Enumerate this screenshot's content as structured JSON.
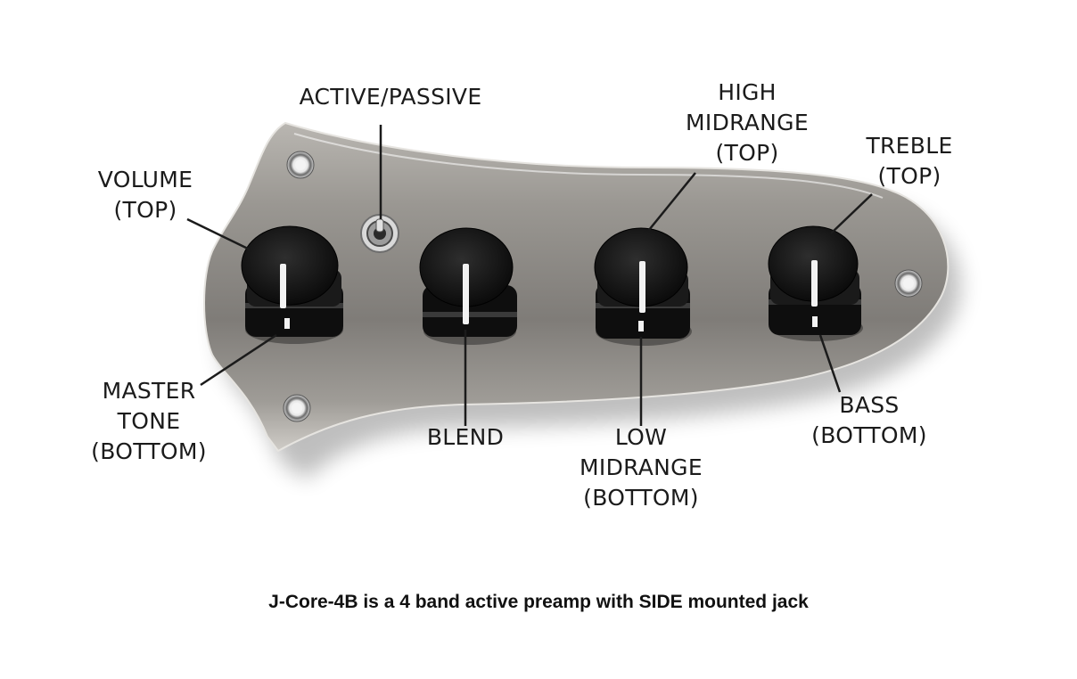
{
  "labels": {
    "active_passive": "ACTIVE/PASSIVE",
    "volume": [
      "VOLUME",
      "(TOP)"
    ],
    "high_midrange": [
      "HIGH",
      "MIDRANGE",
      "(TOP)"
    ],
    "treble": [
      "TREBLE",
      "(TOP)"
    ],
    "master_tone": [
      "MASTER",
      "TONE",
      "(BOTTOM)"
    ],
    "blend": "BLEND",
    "low_midrange": [
      "LOW",
      "MIDRANGE",
      "(BOTTOM)"
    ],
    "bass": [
      "BASS",
      "(BOTTOM)"
    ]
  },
  "caption": "J-Core-4B is a 4 band active preamp with SIDE mounted jack",
  "colors": {
    "plate": "#8f8c88",
    "knob": "#151515",
    "leader": "#1b1b1b"
  }
}
